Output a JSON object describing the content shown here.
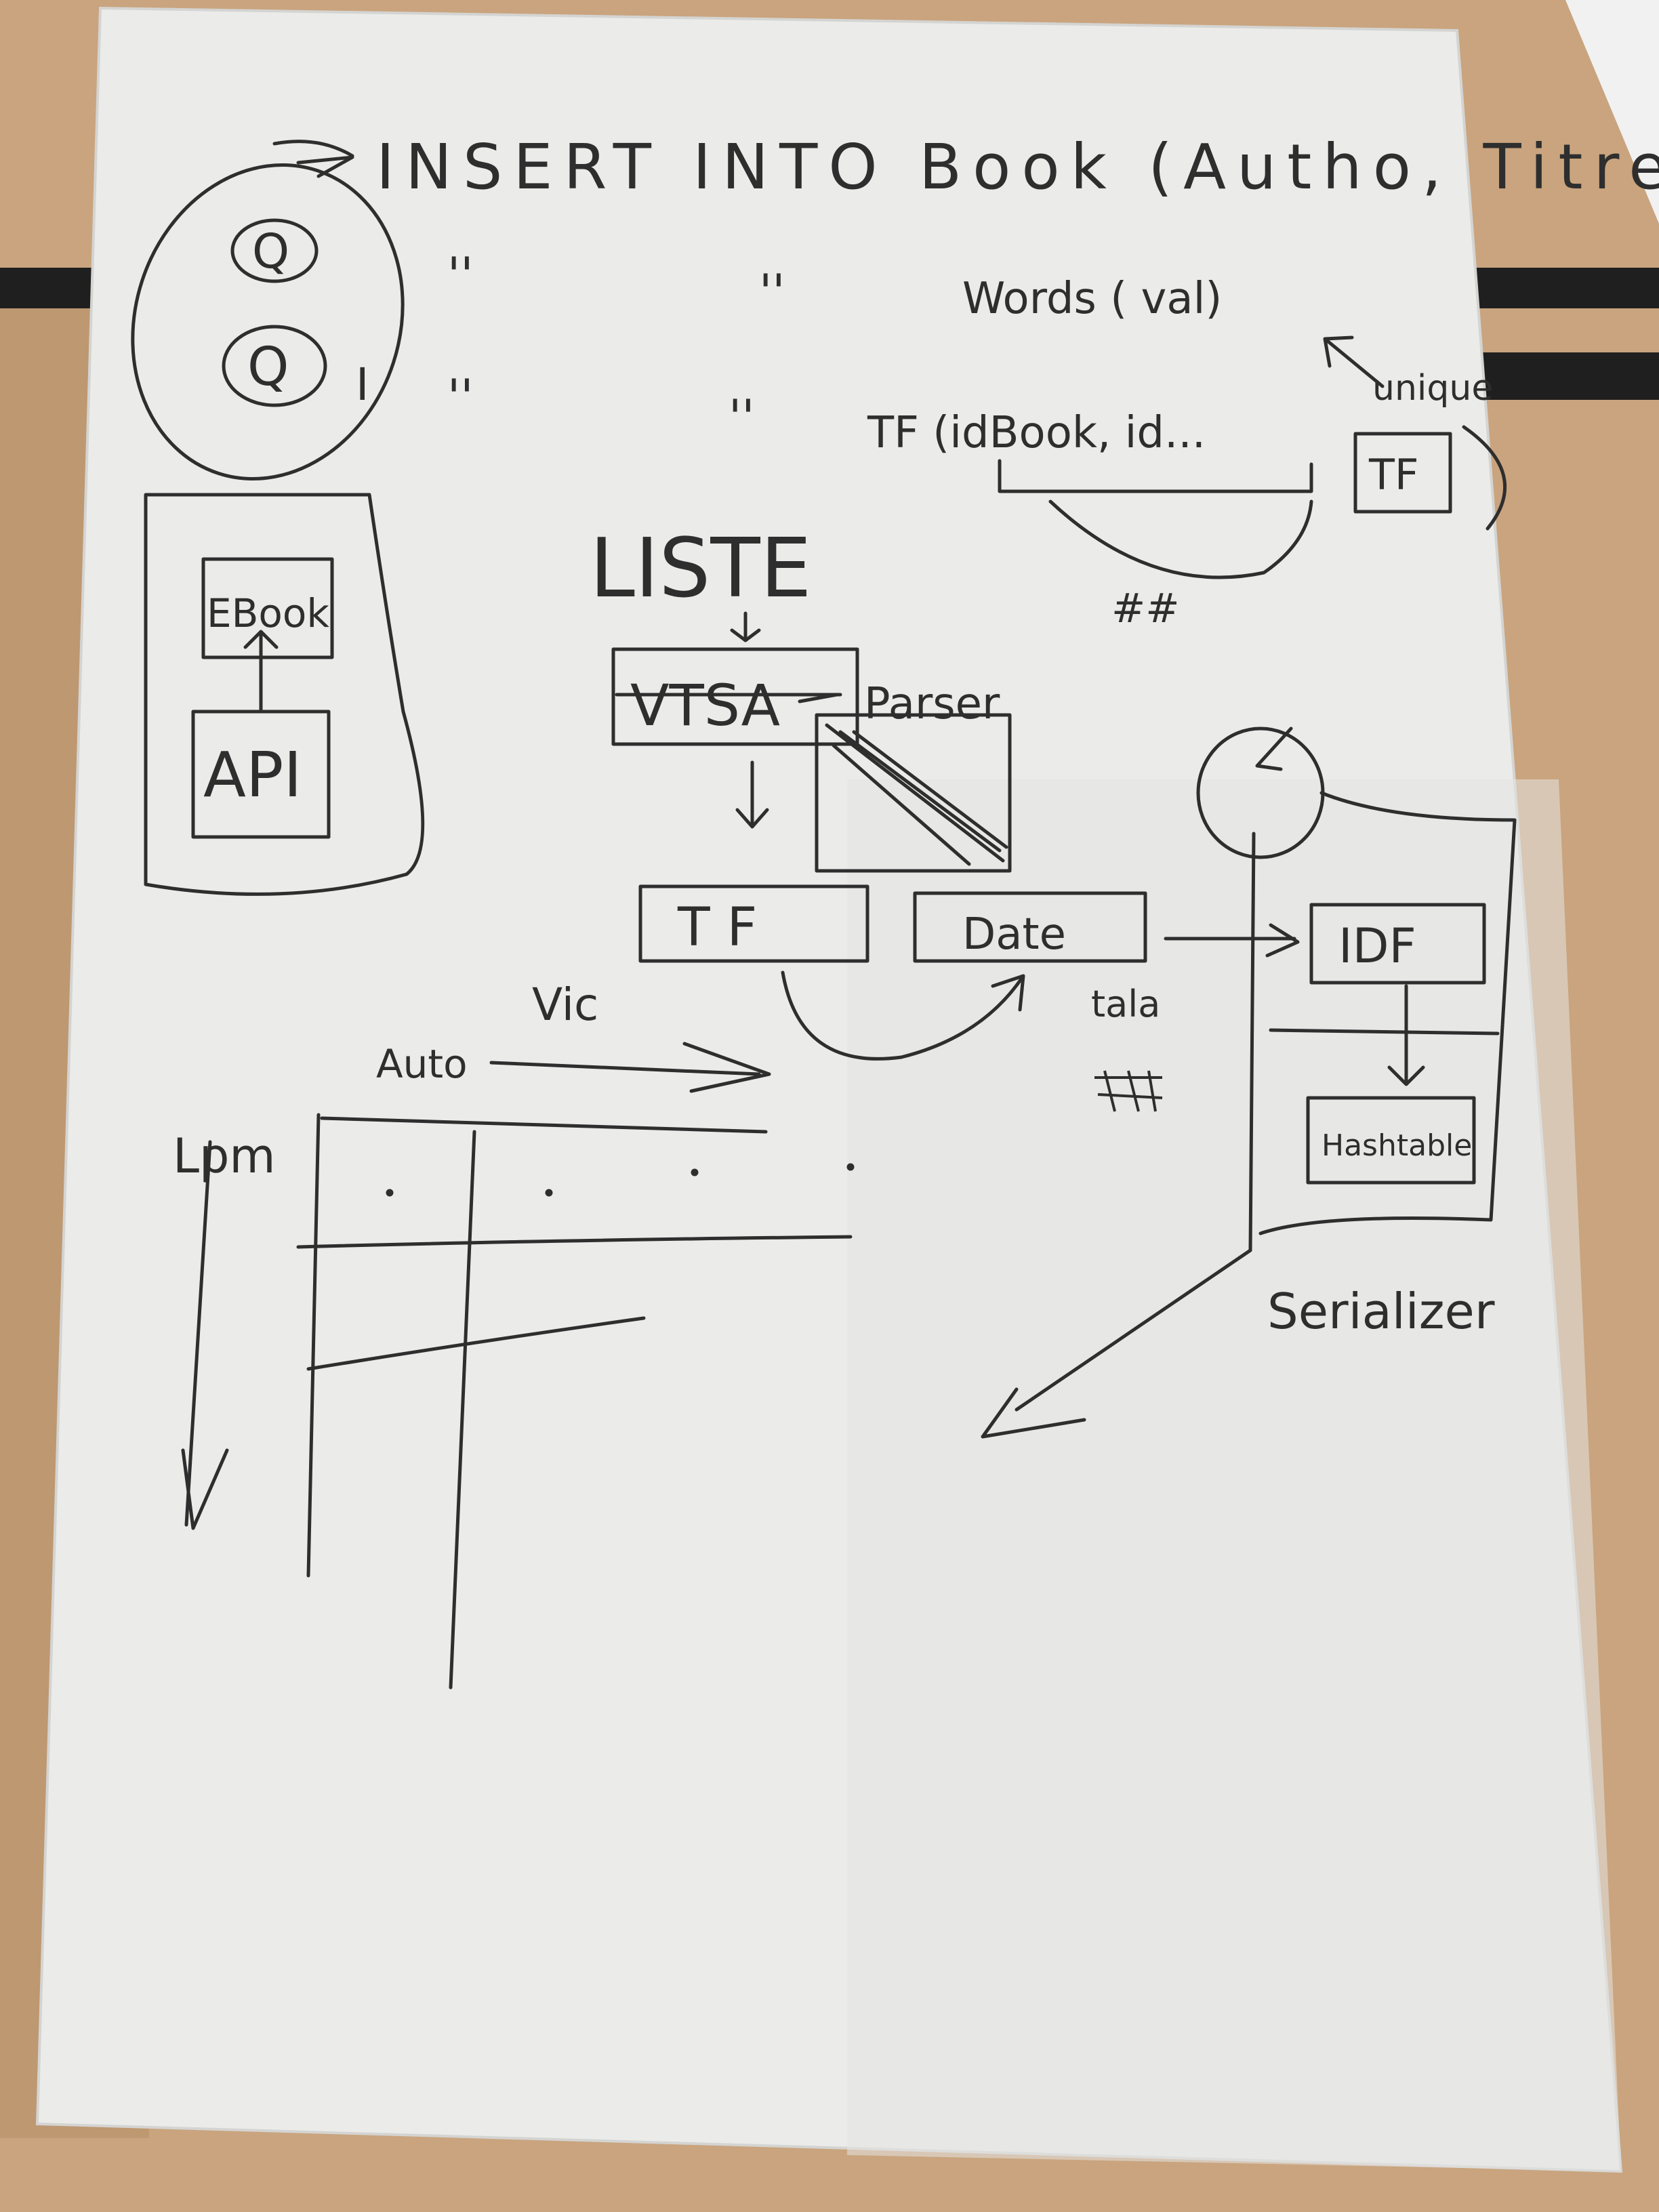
{
  "colors": {
    "table_wood": "#c9a47e",
    "table_wood_dark": "#b48e66",
    "table_gap": "#1f1f1f",
    "paper": "#ebebea",
    "paper_shade": "#d9d9d7",
    "ink": "#2e2e2e"
  },
  "note": {
    "sql_line": "INSERT INTO Book (Autho, Titre)",
    "words_line": "Words ( val)",
    "tf_line": "TF (idBook, id...",
    "tf_key": "TF",
    "unique": "unique",
    "hash_mark": "##",
    "ditto_1": "''",
    "ditto_2": "''",
    "ditto_3": "''",
    "ditto_4": "''",
    "circle_q1": "Q",
    "circle_q2": "Q",
    "circle_arrow": "I",
    "ebook": "EBook",
    "api": "API",
    "liste": "LISTE",
    "parser_box": "VTSA",
    "parser": "Parser",
    "tf_box": "T F",
    "date_box": "Date",
    "idf_box": "IDF",
    "hashtable_box": "Hashtable",
    "tala": "tala",
    "vic": "Vic",
    "auto": "Auto",
    "lpm": "Lpm",
    "serializer": "Serializer"
  }
}
